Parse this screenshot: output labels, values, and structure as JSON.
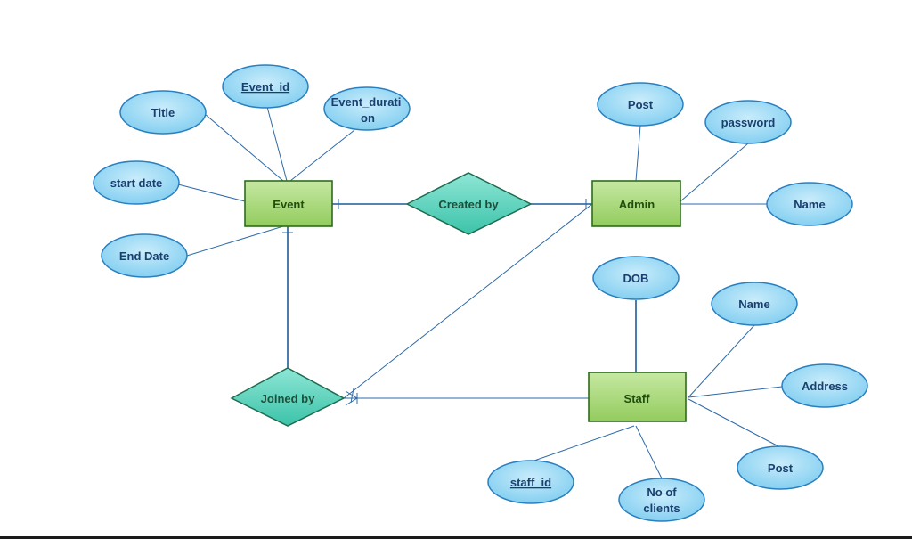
{
  "entities": {
    "event": "Event",
    "admin": "Admin",
    "staff": "Staff"
  },
  "relationships": {
    "created_by": "Created by",
    "joined_by": "Joined by"
  },
  "attributes": {
    "event_title": "Title",
    "event_id": "Event_id",
    "event_duration_1": "Event_durati",
    "event_duration_2": "on",
    "event_start_date": "start date",
    "event_end_date": "End Date",
    "admin_post": "Post",
    "admin_password": "password",
    "admin_name": "Name",
    "staff_dob": "DOB",
    "staff_name": "Name",
    "staff_address": "Address",
    "staff_post": "Post",
    "staff_id": "staff_id",
    "staff_clients_1": "No of",
    "staff_clients_2": "clients"
  },
  "colors": {
    "attribute_fill": "#8fd3f4",
    "attribute_stroke": "#2a7fbf",
    "entity_fill": "#a9d97a",
    "entity_stroke": "#2f6b1f",
    "relationship_fill": "#4fcfb8",
    "relationship_stroke": "#1f6b4f",
    "line": "#2e6aa8"
  }
}
